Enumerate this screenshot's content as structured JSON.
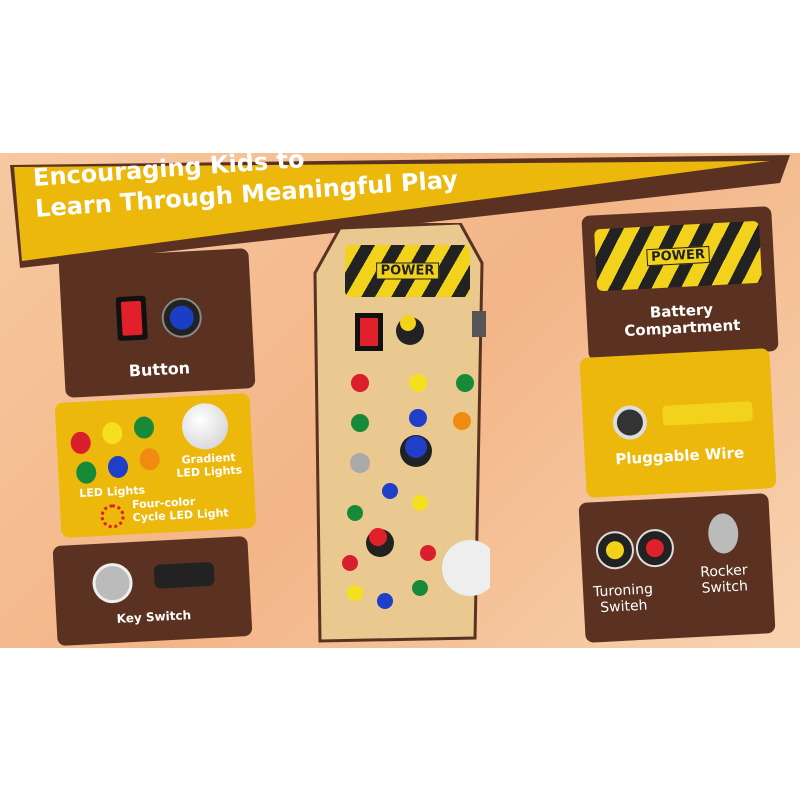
{
  "banner": {
    "line1": "Encouraging Kids to",
    "line2": "Learn Through Meaningful Play"
  },
  "board": {
    "plate_label": "POWER"
  },
  "features": {
    "button": "Button",
    "led_lights": "LED Lights",
    "gradient_line1": "Gradient",
    "gradient_line2": "LED Lights",
    "cycle_line1": "Four-color",
    "cycle_line2": "Cycle LED Light",
    "key_switch": "Key Switch",
    "battery_line1": "Battery",
    "battery_line2": "Compartment",
    "battery_plate": "POWER",
    "pluggable_wire": "Pluggable Wire",
    "turning_line1": "Turoning",
    "turning_line2": "Switeh",
    "rocker_line1": "Rocker",
    "rocker_line2": "Switch"
  },
  "colors": {
    "brown": "#5b3222",
    "yellow": "#ebb80b",
    "peach": "#f3b587",
    "wood": "#e9c98f"
  }
}
